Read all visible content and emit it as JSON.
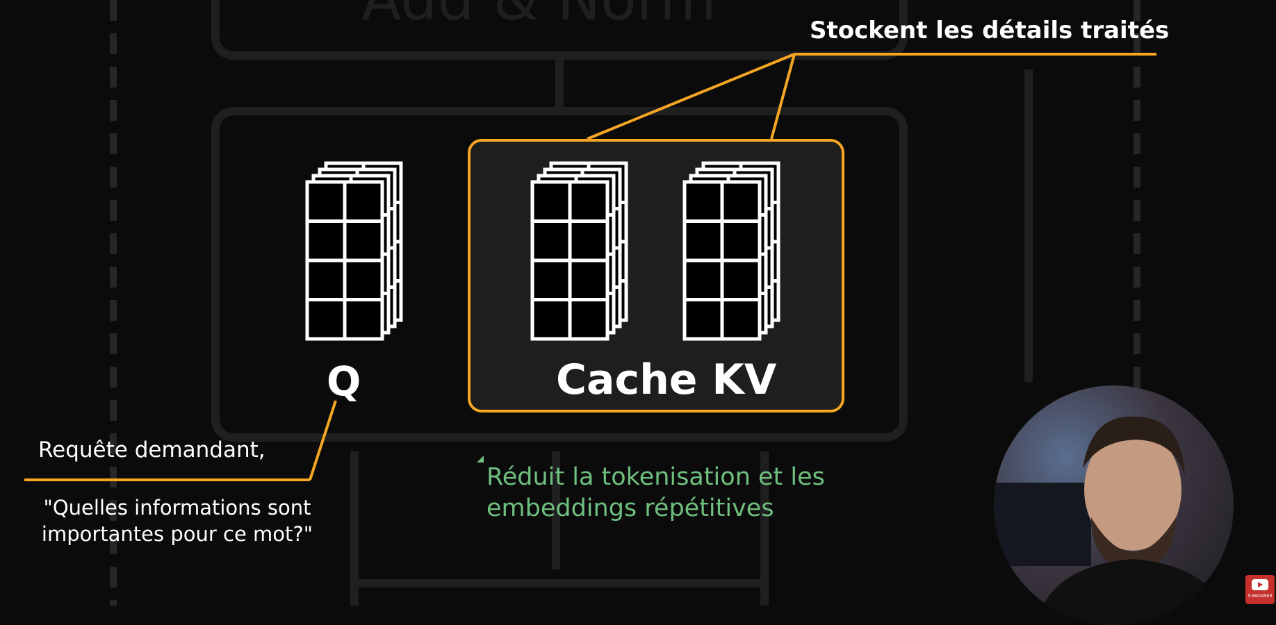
{
  "annotations": {
    "top": "Stockent les détails traités",
    "q": "Q",
    "cache": "Cache KV",
    "request": "Requête demandant,",
    "question": "\"Quelles informations sont importantes pour ce mot?\"",
    "reduce": "Réduit la tokenisation et les embeddings répétitives"
  },
  "background_title_fragment": "Add & Norm",
  "subscribe_label": "S'ABONNER",
  "colors": {
    "accent": "#f5a623",
    "green": "#6fbf7f",
    "background": "#0b0b0b",
    "panel": "#1e1e1e"
  }
}
